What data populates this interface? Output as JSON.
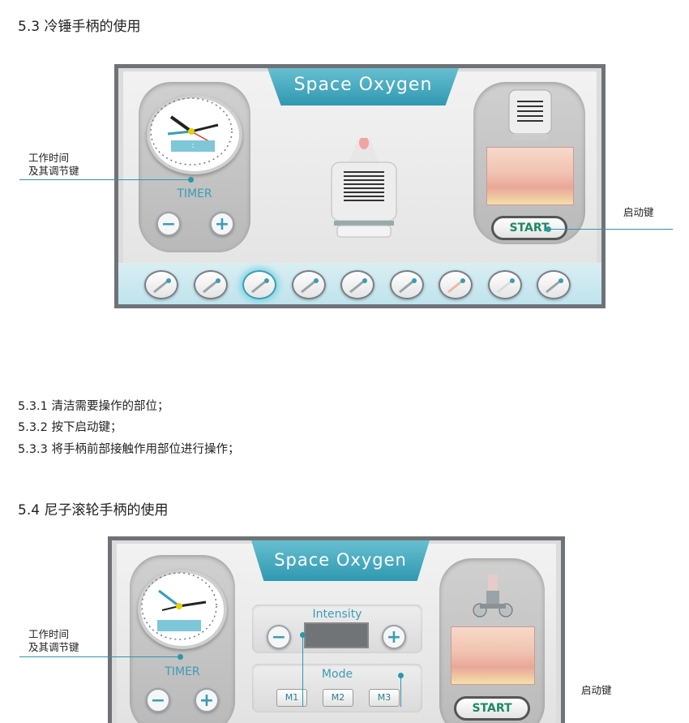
{
  "section1": {
    "heading": "5.3 冷锤手柄的使用",
    "app_title": "Space Oxygen",
    "timer_label": "TIMER",
    "clock_display": ":",
    "minus": "−",
    "plus": "+",
    "start_label": "START",
    "callout_timer_line1": "工作时间",
    "callout_timer_line2": "及其调节键",
    "callout_start": "启动键",
    "handpiece_buttons": 9,
    "selected_handpiece_index": 2
  },
  "steps": [
    "5.3.1 清洁需要操作的部位；",
    "5.3.2 按下启动键；",
    "5.3.3 将手柄前部接触作用部位进行操作；"
  ],
  "section2": {
    "heading": "5.4 尼子滚轮手柄的使用",
    "app_title": "Space Oxygen",
    "timer_label": "TIMER",
    "minus": "−",
    "plus": "+",
    "intensity_label": "Intensity",
    "mode_label": "Mode",
    "mode_buttons": [
      "M1",
      "M2",
      "M3"
    ],
    "start_label": "START",
    "callout_timer_line1": "工作时间",
    "callout_timer_line2": "及其调节键",
    "callout_start": "启动键"
  },
  "colors": {
    "accent": "#2f98b1",
    "start_text": "#1e8a63",
    "frame": "#6f7377"
  }
}
